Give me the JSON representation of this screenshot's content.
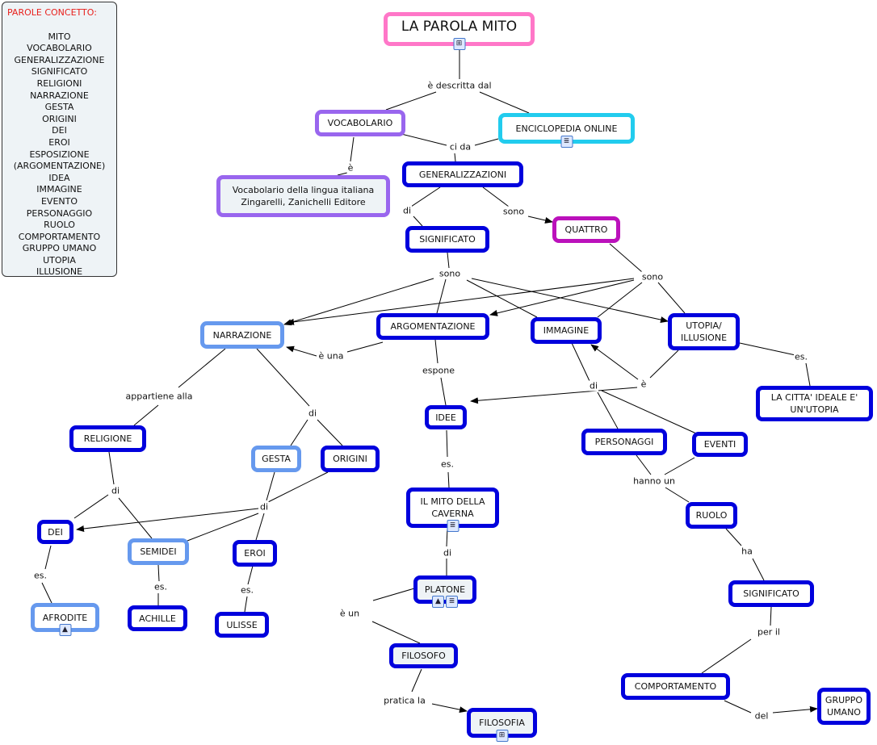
{
  "legend": {
    "title": "PAROLE CONCETTO:",
    "items": [
      "MITO",
      "VOCABOLARIO",
      "GENERALIZZAZIONE",
      "SIGNIFICATO",
      "RELIGIONI",
      "NARRAZIONE",
      "GESTA",
      "ORIGINI",
      "DEI",
      "EROI",
      "ESPOSIZIONE",
      "(ARGOMENTAZIONE)",
      "IDEA",
      "IMMAGINE",
      "EVENTO",
      "PERSONAGGIO",
      "RUOLO",
      "COMPORTAMENTO",
      "GRUPPO UMANO",
      "UTOPIA",
      "ILLUSIONE"
    ]
  },
  "colors": {
    "title": "#ff77c8",
    "purple": "#9966ee",
    "cyan": "#22ccee",
    "blue": "#0000dd",
    "light": "#6699ee",
    "magenta": "#bb11bb"
  },
  "nodes": {
    "title": "LA PAROLA  MITO",
    "vocabolario": "VOCABOLARIO",
    "enciclopedia": "ENCICLOPEDIA ONLINE",
    "vocab_desc": "Vocabolario della lingua italiana\nZingarelli, Zanichelli Editore",
    "generalizzazioni": "GENERALIZZAZIONI",
    "significato": "SIGNIFICATO",
    "quattro": "QUATTRO",
    "narrazione": "NARRAZIONE",
    "argomentazione": "ARGOMENTAZIONE",
    "immagine": "IMMAGINE",
    "utopia": "UTOPIA/\nILLUSIONE",
    "religione": "RELIGIONE",
    "gesta": "GESTA",
    "origini": "ORIGINI",
    "idee": "IDEE",
    "la_citta": "LA CITTA' IDEALE E'\nUN'UTOPIA",
    "personaggi": "PERSONAGGI",
    "eventi": "EVENTI",
    "dei": "DEI",
    "semidei": "SEMIDEI",
    "eroi": "EROI",
    "mito_caverna": "IL MITO DELLA\nCAVERNA",
    "ruolo": "RUOLO",
    "afrodite": "AFRODITE",
    "achille": "ACHILLE",
    "ulisse": "ULISSE",
    "platone": "PLATONE",
    "significato2": "SIGNIFICATO",
    "filosofo": "FILOSOFO",
    "comportamento": "COMPORTAMENTO",
    "gruppo_umano": "GRUPPO\nUMANO",
    "filosofia": "FILOSOFIA"
  },
  "links": [
    "è descritta  dal",
    "ci da",
    "è",
    "di",
    "sono",
    "sono",
    "sono",
    "è una",
    "espone",
    "appartiene alla",
    "di",
    "es.",
    "è",
    "di",
    "es.",
    "di",
    "di",
    "hanno un",
    "di",
    "ha",
    "es.",
    "es.",
    "es.",
    "è un",
    "per il",
    "pratica la",
    "del"
  ]
}
